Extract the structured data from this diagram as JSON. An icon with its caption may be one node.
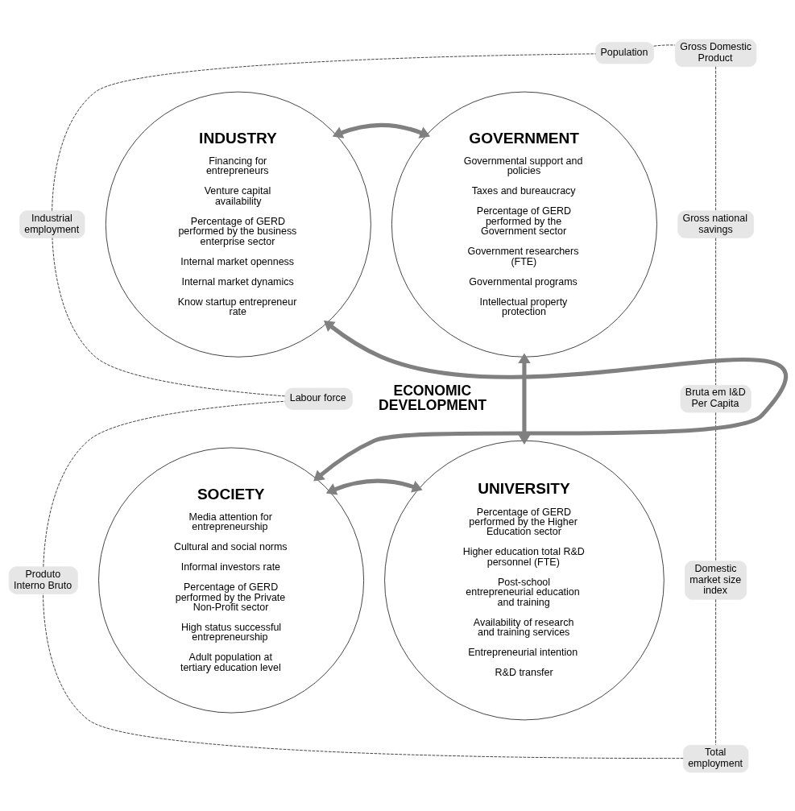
{
  "diagram": {
    "nodes": [
      {
        "text": [
          "INDUSTRY",
          "Financing for entrepreneurs",
          "Venture capital availability",
          "Percentage of GERD performed by the business enterprise sector",
          "Internal market openness",
          "Internal market dynamics",
          "Know startup entrepreneur rate"
        ]
      },
      {
        "text": [
          "GOVERNMENT",
          "Governmental support and policies",
          "Taxes and bureaucracy",
          "Percentage of GERD performed by the Government sector",
          "Government researchers (FTE)",
          "Governmental programs",
          "Intellectual property protection"
        ]
      },
      {
        "text": [
          "SOCIETY",
          "Media attention for entrepreneurship",
          "Cultural and social norms",
          "Informal investors rate",
          "Percentage of GERD performed by the Private Non-Profit sector",
          "High status successful entrepreneurship",
          "Adult population at tertiary education level"
        ]
      },
      {
        "text": [
          "UNIVERSITY",
          "Percentage of GERD performed by the Higher Education sector",
          "Higher education total R&D personnel (FTE)",
          "Post-school entrepreneurial education and training",
          "Availability of research and training services",
          "Entrepreneurial intention",
          "R&D transfer"
        ]
      },
      {
        "text": [
          "Population"
        ]
      },
      {
        "text": [
          "Gross Domestic Product"
        ]
      },
      {
        "text": [
          "Gross national savings"
        ]
      },
      {
        "text": [
          "Bruta em I&D Per Capita"
        ]
      },
      {
        "text": [
          "Domestic market size index"
        ]
      },
      {
        "text": [
          "Total employment"
        ]
      },
      {
        "text": [
          "Produto Interno Bruto"
        ]
      },
      {
        "text": [
          "Labour force"
        ]
      },
      {
        "text": [
          "Industrial employment"
        ]
      }
    ],
    "edges": [
      {
        "from": 0,
        "to": 1,
        "arrow": "both",
        "style": "thick",
        "color": "#808080"
      },
      {
        "from": 1,
        "to": 3,
        "arrow": "both",
        "style": "thick",
        "color": "#808080"
      },
      {
        "from": 3,
        "to": 2,
        "arrow": "both",
        "style": "thick",
        "color": "#808080"
      },
      {
        "from": 2,
        "to": 0,
        "arrow": "both",
        "style": "thick",
        "color": "#808080"
      },
      {
        "from": 4,
        "to": 5,
        "arrow": "none",
        "style": "dashed"
      },
      {
        "from": 5,
        "to": 6,
        "arrow": "none",
        "style": "dashed"
      },
      {
        "from": 6,
        "to": 7,
        "arrow": "none",
        "style": "dashed"
      },
      {
        "from": 7,
        "to": 8,
        "arrow": "none",
        "style": "dashed"
      },
      {
        "from": 8,
        "to": 9,
        "arrow": "none",
        "style": "dashed"
      },
      {
        "from": 9,
        "to": 10,
        "arrow": "none",
        "style": "dashed"
      },
      {
        "from": 10,
        "to": 11,
        "arrow": "none",
        "style": "dashed"
      },
      {
        "from": 11,
        "to": 12,
        "arrow": "none",
        "style": "dashed"
      },
      {
        "from": 12,
        "to": 4,
        "arrow": "none",
        "style": "dashed"
      }
    ],
    "labels": [
      "ECONOMIC DEVELOPMENT"
    ]
  }
}
